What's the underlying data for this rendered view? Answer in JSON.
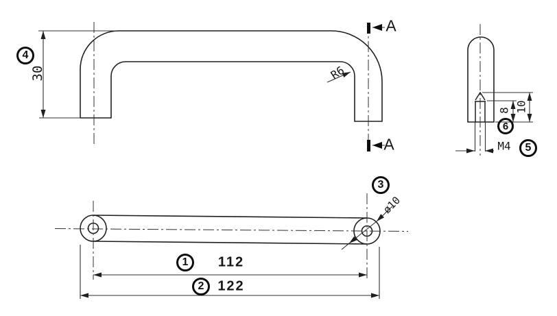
{
  "front_view": {
    "height_dim": "30",
    "corner_radius": "R6",
    "section_label_top": "A",
    "section_label_bottom": "A",
    "callout": "4"
  },
  "side_view": {
    "thread_depth_dim": "8",
    "hole_depth_dim": "10",
    "thread_spec": "M4",
    "callout_hole": "6",
    "callout_thread": "5"
  },
  "bottom_view": {
    "hole_spacing_dim": "112",
    "overall_length_dim": "122",
    "hole_diameter": "ø10",
    "callout_spacing": "1",
    "callout_length": "2",
    "callout_diameter": "3"
  },
  "colors": {
    "line": "#1f1f1f",
    "background": "#ffffff"
  }
}
